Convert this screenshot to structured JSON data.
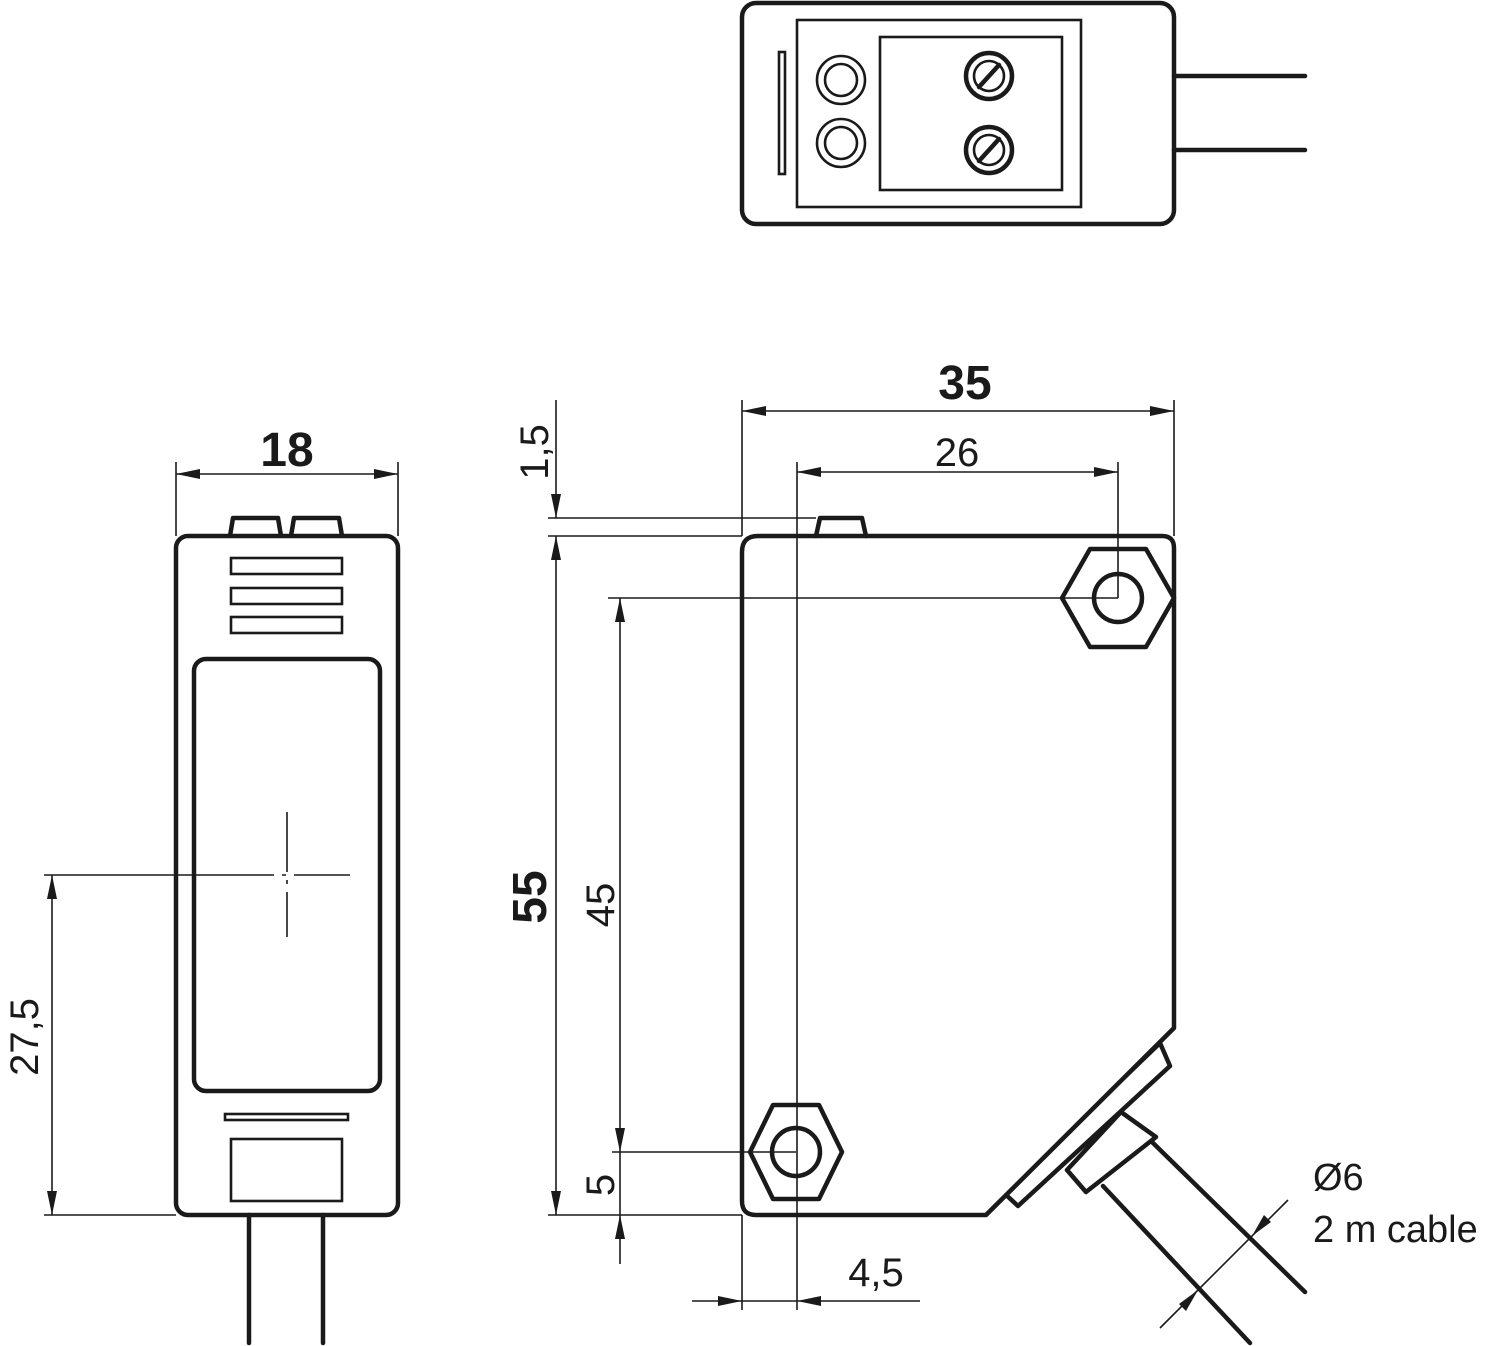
{
  "dimensions": {
    "width_total": "35",
    "hole_spacing_horizontal": "26",
    "height_total": "55",
    "hole_spacing_vertical": "45",
    "bottom_offset": "5",
    "side_offset": "4,5",
    "top_protrusion": "1,5",
    "front_width": "18",
    "optical_axis_height": "27,5"
  },
  "cable": {
    "diameter": "Ø6",
    "length": "2 m cable"
  }
}
